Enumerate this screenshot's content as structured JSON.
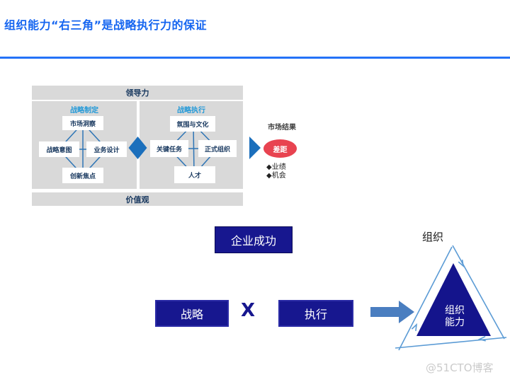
{
  "title": "组织能力“右三角”是战略执行力的保证",
  "framework": {
    "leadership": "领导力",
    "values": "价值观",
    "left_panel": {
      "label": "战略制定",
      "top": "市场洞察",
      "left": "战略意图",
      "right": "业务设计",
      "bottom": "创新焦点"
    },
    "right_panel": {
      "label": "战略执行",
      "top": "氛围与文化",
      "left": "关键任务",
      "right": "正式组织",
      "bottom": "人才"
    }
  },
  "market": {
    "title": "市场结果",
    "gap": "差距",
    "bullets": [
      "◆业绩",
      "◆机会"
    ]
  },
  "formula": {
    "success": "企业成功",
    "strategy": "战略",
    "operator": "X",
    "execution": "执行"
  },
  "capability": {
    "outer_label": "组织",
    "line1": "组织",
    "line2": "能力"
  },
  "watermark": "@51CTO博客",
  "colors": {
    "title_blue": "#1565F0",
    "rule_blue": "#2472F8",
    "band_gray": "#D9D9D9",
    "panel_label_blue": "#2299D8",
    "box_text_navy": "#17375E",
    "connector_blue": "#2E75B6",
    "diamond_blue": "#1B6FBC",
    "gap_red": "#E84350",
    "navy_box": "#17178F",
    "arrow_blue": "#4A7EC0",
    "cycle_blue": "#5B9BD5",
    "triangle_navy": "#14148C",
    "watermark_gray": "#CBCBCB"
  }
}
